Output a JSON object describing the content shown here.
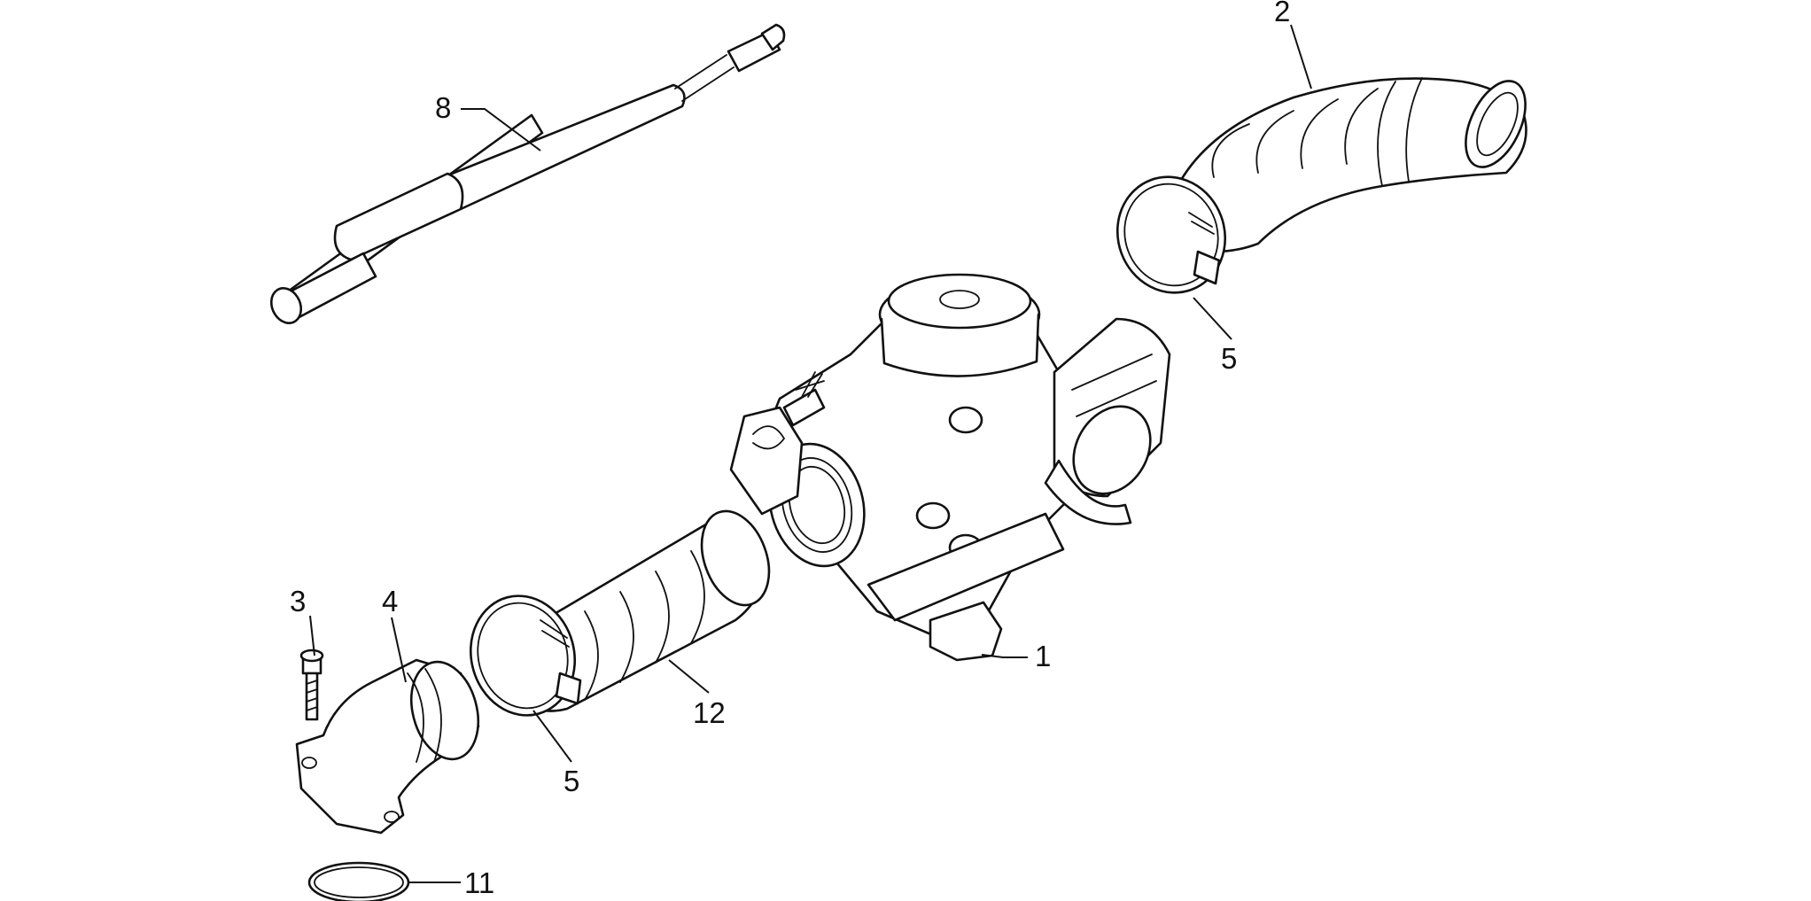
{
  "diagram": {
    "callouts": [
      {
        "id": "c1",
        "label": "1"
      },
      {
        "id": "c2",
        "label": "2"
      },
      {
        "id": "c3",
        "label": "3"
      },
      {
        "id": "c4",
        "label": "4"
      },
      {
        "id": "c5a",
        "label": "5"
      },
      {
        "id": "c5b",
        "label": "5"
      },
      {
        "id": "c8",
        "label": "8"
      },
      {
        "id": "c11",
        "label": "11"
      },
      {
        "id": "c12",
        "label": "12"
      }
    ]
  }
}
